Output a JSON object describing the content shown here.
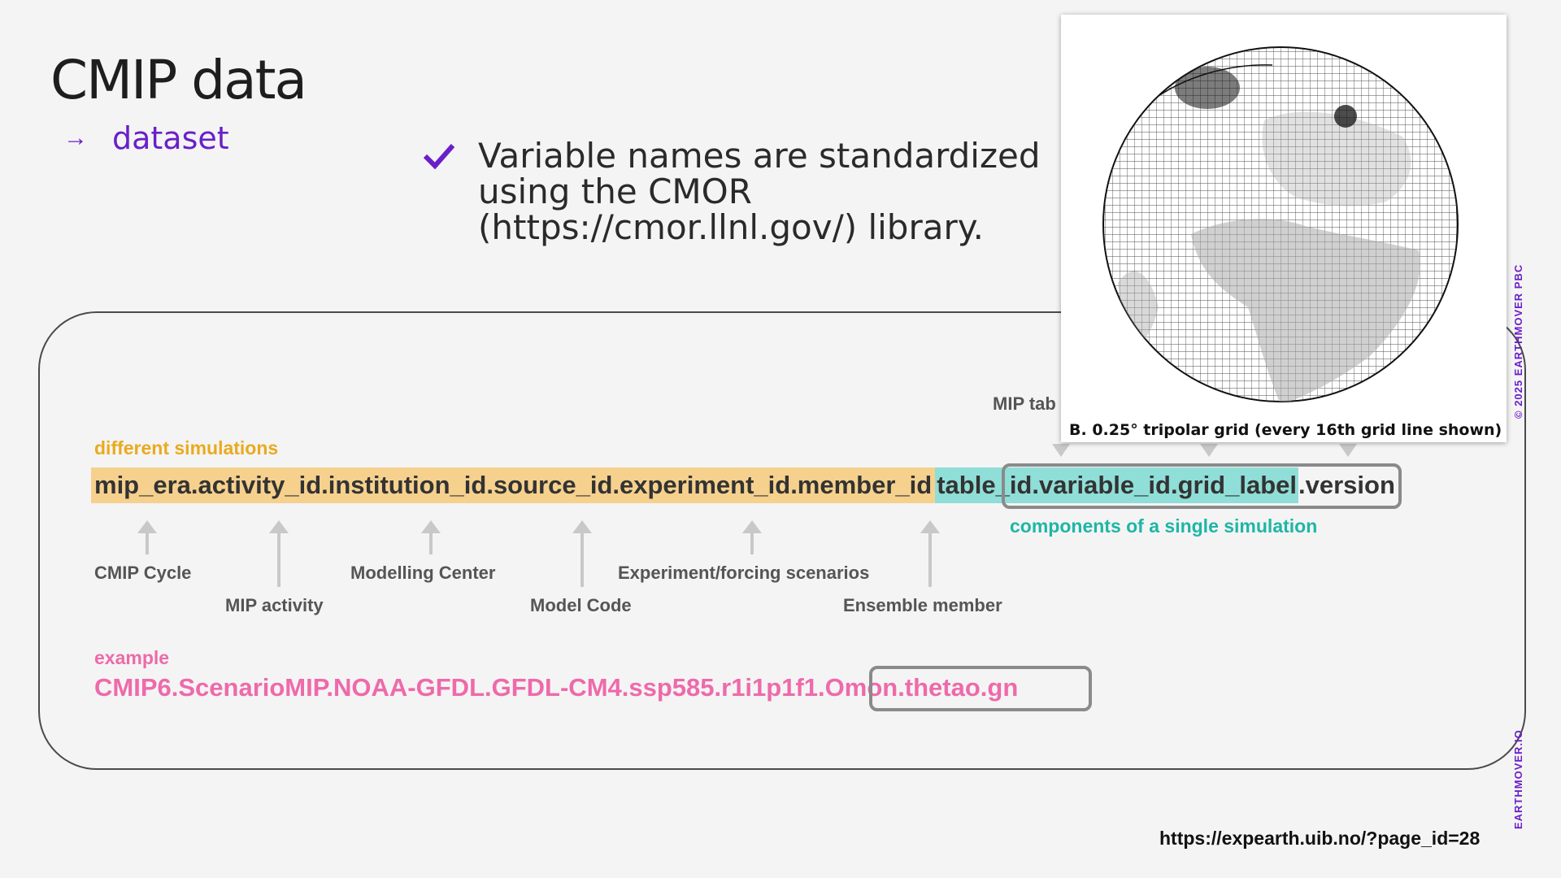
{
  "title": "CMIP data",
  "subnav": {
    "arrow": "→",
    "label": "dataset"
  },
  "check": {
    "text": "Variable names are standardized using the CMOR (https://cmor.llnl.gov/) library."
  },
  "labels": {
    "different_simulations": "different simulations",
    "components": "components of a single simulation",
    "example": "example",
    "mip_table": "MIP tab"
  },
  "template": {
    "yellow": "mip_era.activity_id.institution_id.source_id.experiment_id.member_id",
    "teal": "table_id.variable_id.grid_label",
    "rest": ".version"
  },
  "annotations": [
    "CMIP Cycle",
    "MIP activity",
    "Modelling Center",
    "Model Code",
    "Experiment/forcing scenarios",
    "Ensemble member"
  ],
  "example": {
    "prefix": "CMIP6.ScenarioMIP.NOAA-GFDL.GFDL-CM4.ssp585.r1i1p1f1.",
    "boxed": "Omon.thetao.gn"
  },
  "globe": {
    "caption": "B. 0.25° tripolar grid (every 16th grid line shown)"
  },
  "footer": {
    "url": "https://expearth.uib.no/?page_id=28",
    "copyright": "© 2025 EARTHMOVER PBC",
    "site": "EARTHMOVER.IO"
  },
  "colors": {
    "accent": "#6a1fc9",
    "yellow": "#f6d18d",
    "teal": "#8fded7",
    "pink": "#ee6aaa"
  }
}
